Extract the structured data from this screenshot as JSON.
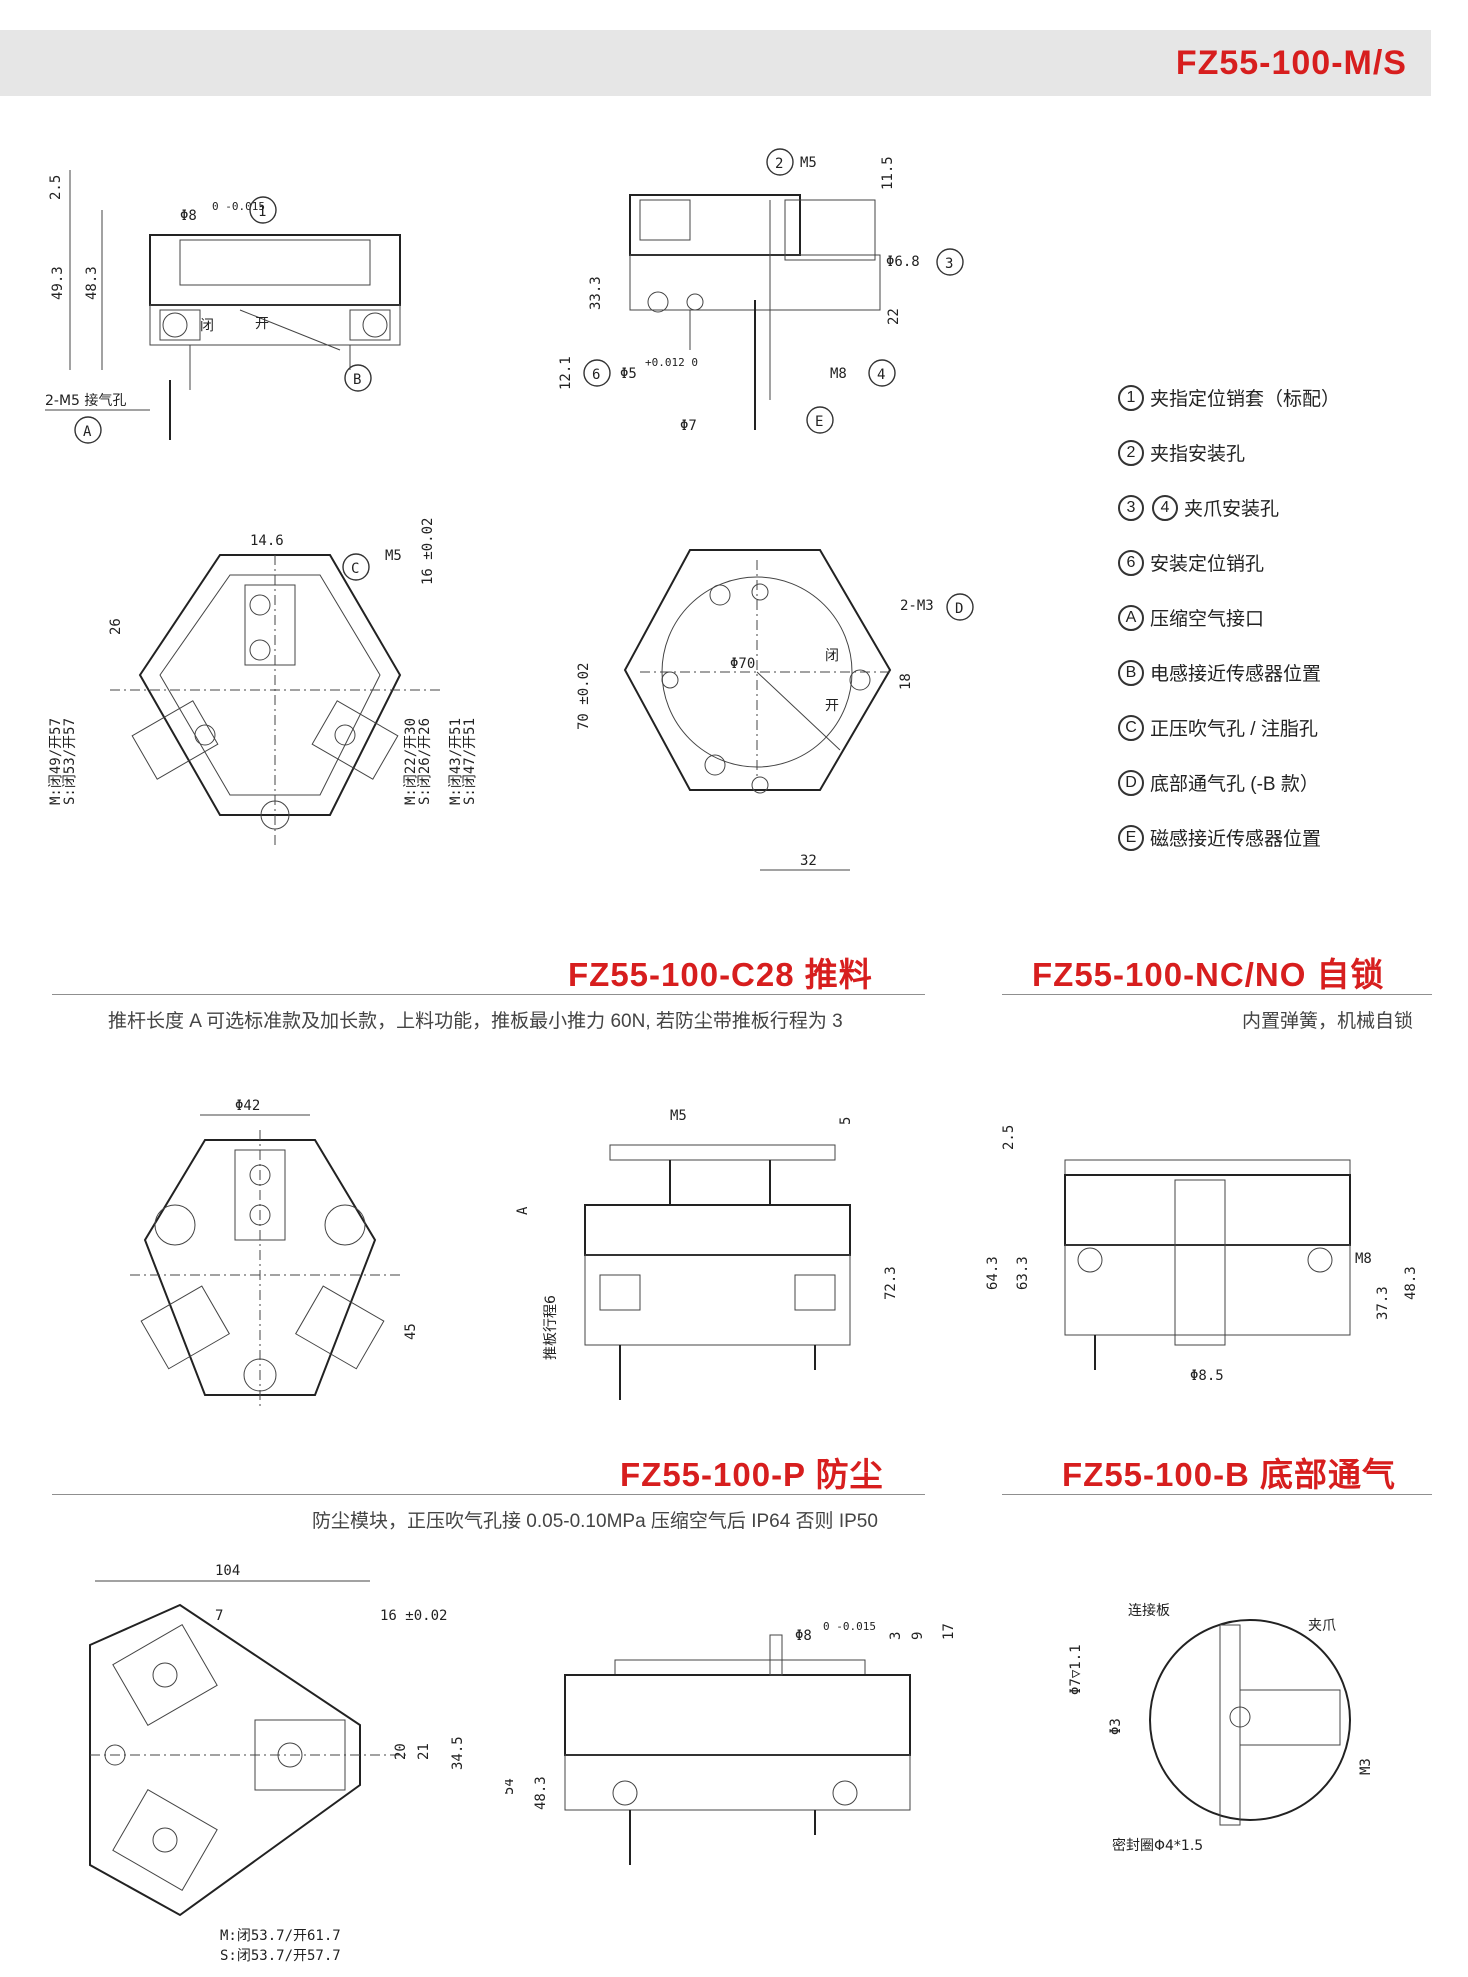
{
  "header": {
    "title": "FZ55-100-M/S"
  },
  "legend": {
    "items": [
      {
        "badges": [
          "1"
        ],
        "text": "夹指定位销套（标配）"
      },
      {
        "badges": [
          "2"
        ],
        "text": "夹指安装孔"
      },
      {
        "badges": [
          "3",
          "4"
        ],
        "text": "夹爪安装孔"
      },
      {
        "badges": [
          "6"
        ],
        "text": "安装定位销孔"
      },
      {
        "badges": [
          "A"
        ],
        "text": "压缩空气接口"
      },
      {
        "badges": [
          "B"
        ],
        "text": "电感接近传感器位置"
      },
      {
        "badges": [
          "C"
        ],
        "text": "正压吹气孔 / 注脂孔"
      },
      {
        "badges": [
          "D"
        ],
        "text": "底部通气孔 (-B 款）"
      },
      {
        "badges": [
          "E"
        ],
        "text": "磁感接近传感器位置"
      }
    ]
  },
  "sections": {
    "c28": {
      "title": "FZ55-100-C28 推料",
      "desc": "推杆长度 A 可选标准款及加长款，上料功能，推板最小推力 60N, 若防尘带推板行程为 3"
    },
    "nc": {
      "title": "FZ55-100-NC/NO 自锁",
      "desc": "内置弹簧，机械自锁"
    },
    "p": {
      "title": "FZ55-100-P 防尘",
      "desc": "防尘模块，正压吹气孔接 0.05-0.10MPa 压缩空气后 IP64 否则 IP50"
    },
    "b": {
      "title": "FZ55-100-B 底部通气"
    }
  },
  "drawings": {
    "front": {
      "dim_25": "2.5",
      "dim_493": "49.3",
      "dim_483": "48.3",
      "phi8": "Φ8",
      "phi8_tol": "0 -0.015",
      "callout_1": "1",
      "m5_label": "2-M5 接气孔",
      "callout_a": "A",
      "callout_b": "B",
      "close": "闭",
      "open": "开"
    },
    "side": {
      "callout_2": "2",
      "m5": "M5",
      "dim_115": "11.5",
      "phi68": "Φ6.8",
      "callout_3": "3",
      "dim_333": "33.3",
      "dim_22": "22",
      "dim_121": "12.1",
      "callout_6": "6",
      "phi5": "Φ5",
      "phi5_tol": "+0.012 0",
      "m8": "M8",
      "callout_4": "4",
      "callout_e": "E",
      "phi7": "Φ7"
    },
    "top": {
      "dim_146": "14.6",
      "callout_c": "C",
      "m5": "M5",
      "dim_16": "16 ±0.02",
      "dim_26": "26",
      "m_close_left": "M:闭49/开57",
      "s_close_left": "S:闭53/开57",
      "m_close_mid": "M:闭22/开30",
      "s_close_mid": "S:闭26/开26",
      "m_close_right": "M:闭43/开51",
      "s_close_right": "S:闭47/开51"
    },
    "bottom": {
      "m3": "2-M3",
      "callout_d": "D",
      "phi70": "Φ70",
      "dim_70": "70 ±0.02",
      "dim_18": "18",
      "dim_32": "32",
      "close": "闭",
      "open": "开"
    },
    "c28_top": {
      "phi42": "Φ42",
      "dim_45": "45"
    },
    "c28_side": {
      "m5": "M5",
      "dim_5": "5",
      "dim_a": "A",
      "stroke": "推板行程6",
      "dim_723": "72.3"
    },
    "nc_side": {
      "dim_25": "2.5",
      "dim_643": "64.3",
      "dim_633": "63.3",
      "m8": "M8",
      "dim_373": "37.3",
      "dim_483": "48.3",
      "phi85": "Φ8.5"
    },
    "p_top": {
      "dim_104": "104",
      "dim_7": "7",
      "dim_16": "16 ±0.02",
      "dim_20": "20",
      "dim_21": "21",
      "dim_345": "34.5",
      "m_note": "M:闭53.7/开61.7",
      "s_note": "S:闭53.7/开57.7"
    },
    "p_side": {
      "phi8": "Φ8",
      "phi8_tol": "0 -0.015",
      "dim_3": "3",
      "dim_9": "9",
      "dim_17": "17",
      "dim_54": "54",
      "dim_483": "48.3"
    },
    "b_detail": {
      "phi7": "Φ7▽1.1",
      "plate": "连接板",
      "jaw": "夹爪",
      "phi3": "Φ3",
      "m3": "M3",
      "seal": "密封圈Φ4*1.5"
    }
  }
}
